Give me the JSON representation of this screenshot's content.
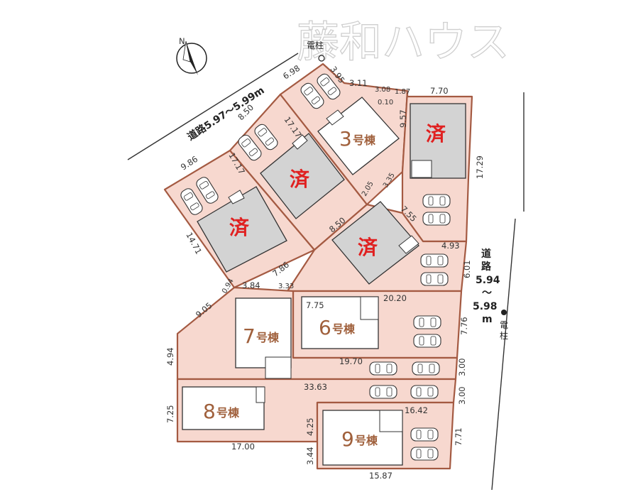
{
  "watermark": "藤和ハウス",
  "compass_label": "N",
  "roads": {
    "north": "道路5.97～5.99m",
    "east_lines": [
      "道",
      "路",
      "5.94",
      "～",
      "5.98",
      "m"
    ]
  },
  "poles": {
    "top": "電柱",
    "right": [
      "電",
      "柱"
    ]
  },
  "lots": {
    "lot1": {
      "sold": "済"
    },
    "lot2": {
      "sold": "済"
    },
    "lot3": {
      "num": "3",
      "suffix": "号棟"
    },
    "lot4": {
      "sold": "済"
    },
    "lot5": {
      "sold": "済"
    },
    "lot6": {
      "num": "6",
      "suffix": "号棟"
    },
    "lot7": {
      "num": "7",
      "suffix": "号棟"
    },
    "lot8": {
      "num": "8",
      "suffix": "号棟"
    },
    "lot9": {
      "num": "9",
      "suffix": "号棟"
    }
  },
  "dimensions": {
    "d_6_98": "6.98",
    "d_3_95": "3.95",
    "d_3_11": "3.11",
    "d_3_08": "3.08",
    "d_1_87": "1.87",
    "d_7_70": "7.70",
    "d_0_10": "0.10",
    "d_9_57": "9.57",
    "d_17_29": "17.29",
    "d_8_50_a": "8.50",
    "d_17_17_a": "17.17",
    "d_9_86": "9.86",
    "d_17_17_b": "17.17",
    "d_2_05": "2.05",
    "d_3_35": "3.35",
    "d_7_55": "7.55",
    "d_8_50_b": "8.50",
    "d_14_71": "14.71",
    "d_7_86": "7.86",
    "d_4_93": "4.93",
    "d_6_01": "6.01",
    "d_9_05": "9.05",
    "d_0_94": "0.94",
    "d_3_84": "3.84",
    "d_3_33": "3.33",
    "d_7_75": "7.75",
    "d_20_20": "20.20",
    "d_7_76": "7.76",
    "d_4_94": "4.94",
    "d_19_70": "19.70",
    "d_3_00_a": "3.00",
    "d_33_63": "33.63",
    "d_3_00_b": "3.00",
    "d_7_25": "7.25",
    "d_4_25": "4.25",
    "d_16_42": "16.42",
    "d_7_71": "7.71",
    "d_17_00": "17.00",
    "d_3_44": "3.44",
    "d_15_87": "15.87"
  }
}
